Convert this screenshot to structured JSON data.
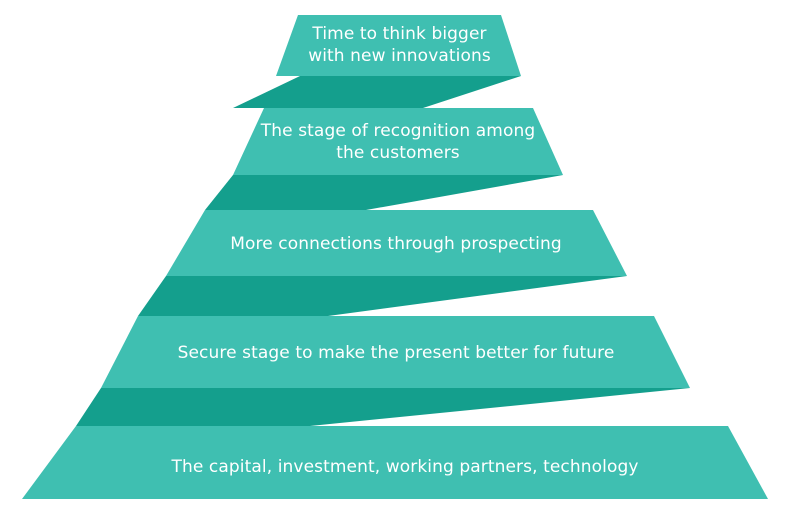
{
  "diagram": {
    "tiers": [
      {
        "label": "Time to think bigger\nwith new innovations"
      },
      {
        "label": "The stage of recognition among\nthe customers"
      },
      {
        "label": "More connections through prospecting"
      },
      {
        "label": "Secure stage to make the present better for future"
      },
      {
        "label": "The capital, investment, working partners, technology"
      }
    ],
    "colors": {
      "tier": "#3fbfb1",
      "connector": "#149f8d"
    }
  }
}
